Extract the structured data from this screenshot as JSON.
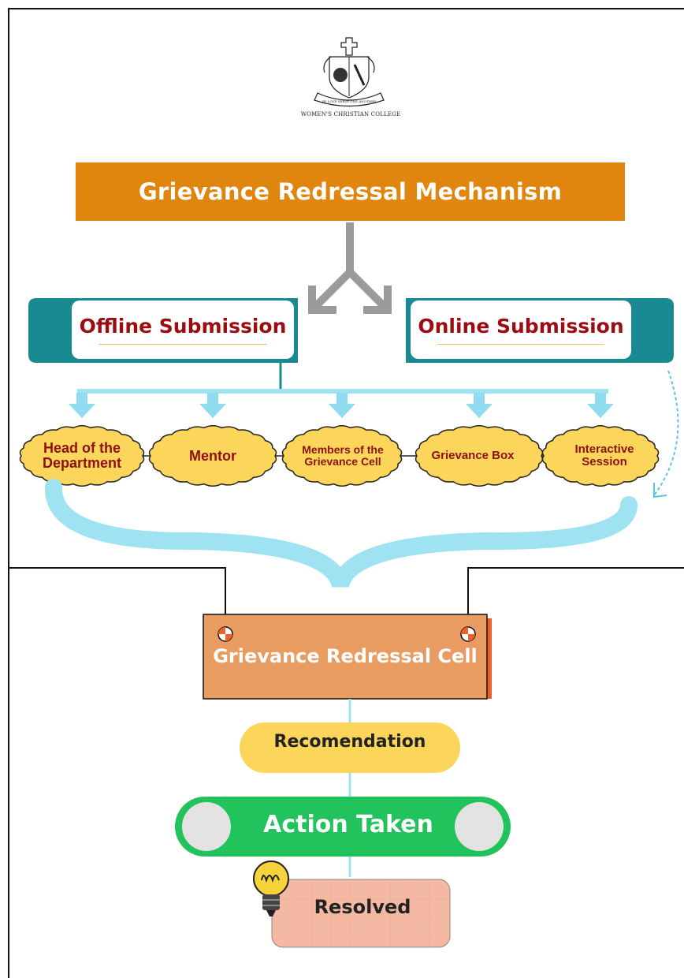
{
  "logo": {
    "name": "WOMEN'S CHRISTIAN COLLEGE",
    "motto": "BY LOVE SERVE ONE ANOTHER",
    "crest_icon": "college-crest-icon"
  },
  "title": "Grievance Redressal Mechanism",
  "submission_modes": [
    {
      "label": "Offline Submission"
    },
    {
      "label": "Online Submission"
    }
  ],
  "channels": [
    {
      "label": "Head of the Department"
    },
    {
      "label": "Mentor"
    },
    {
      "label": "Members of the Grievance Cell"
    },
    {
      "label": "Grievance Box"
    },
    {
      "label": "Interactive Session"
    }
  ],
  "cell": "Grievance Redressal Cell",
  "steps": {
    "recommendation": "Recomendation",
    "action": "Action Taken",
    "resolved": "Resolved"
  },
  "icons": [
    "down-split-arrow-icon",
    "down-arrow-icon",
    "curly-brace-icon",
    "curved-arrow-icon",
    "pin-icon",
    "lightbulb-icon"
  ],
  "colors": {
    "title_bg": "#e0860f",
    "teal": "#1a8a92",
    "label_red": "#9b0d12",
    "bubble_fill": "#fcd65b",
    "arrow_blue": "#9fe3f2",
    "cell_bg": "#e89c62",
    "recommend_bg": "#fcd65b",
    "action_bg": "#22c25c",
    "resolved_bg": "#f3b9a2"
  }
}
